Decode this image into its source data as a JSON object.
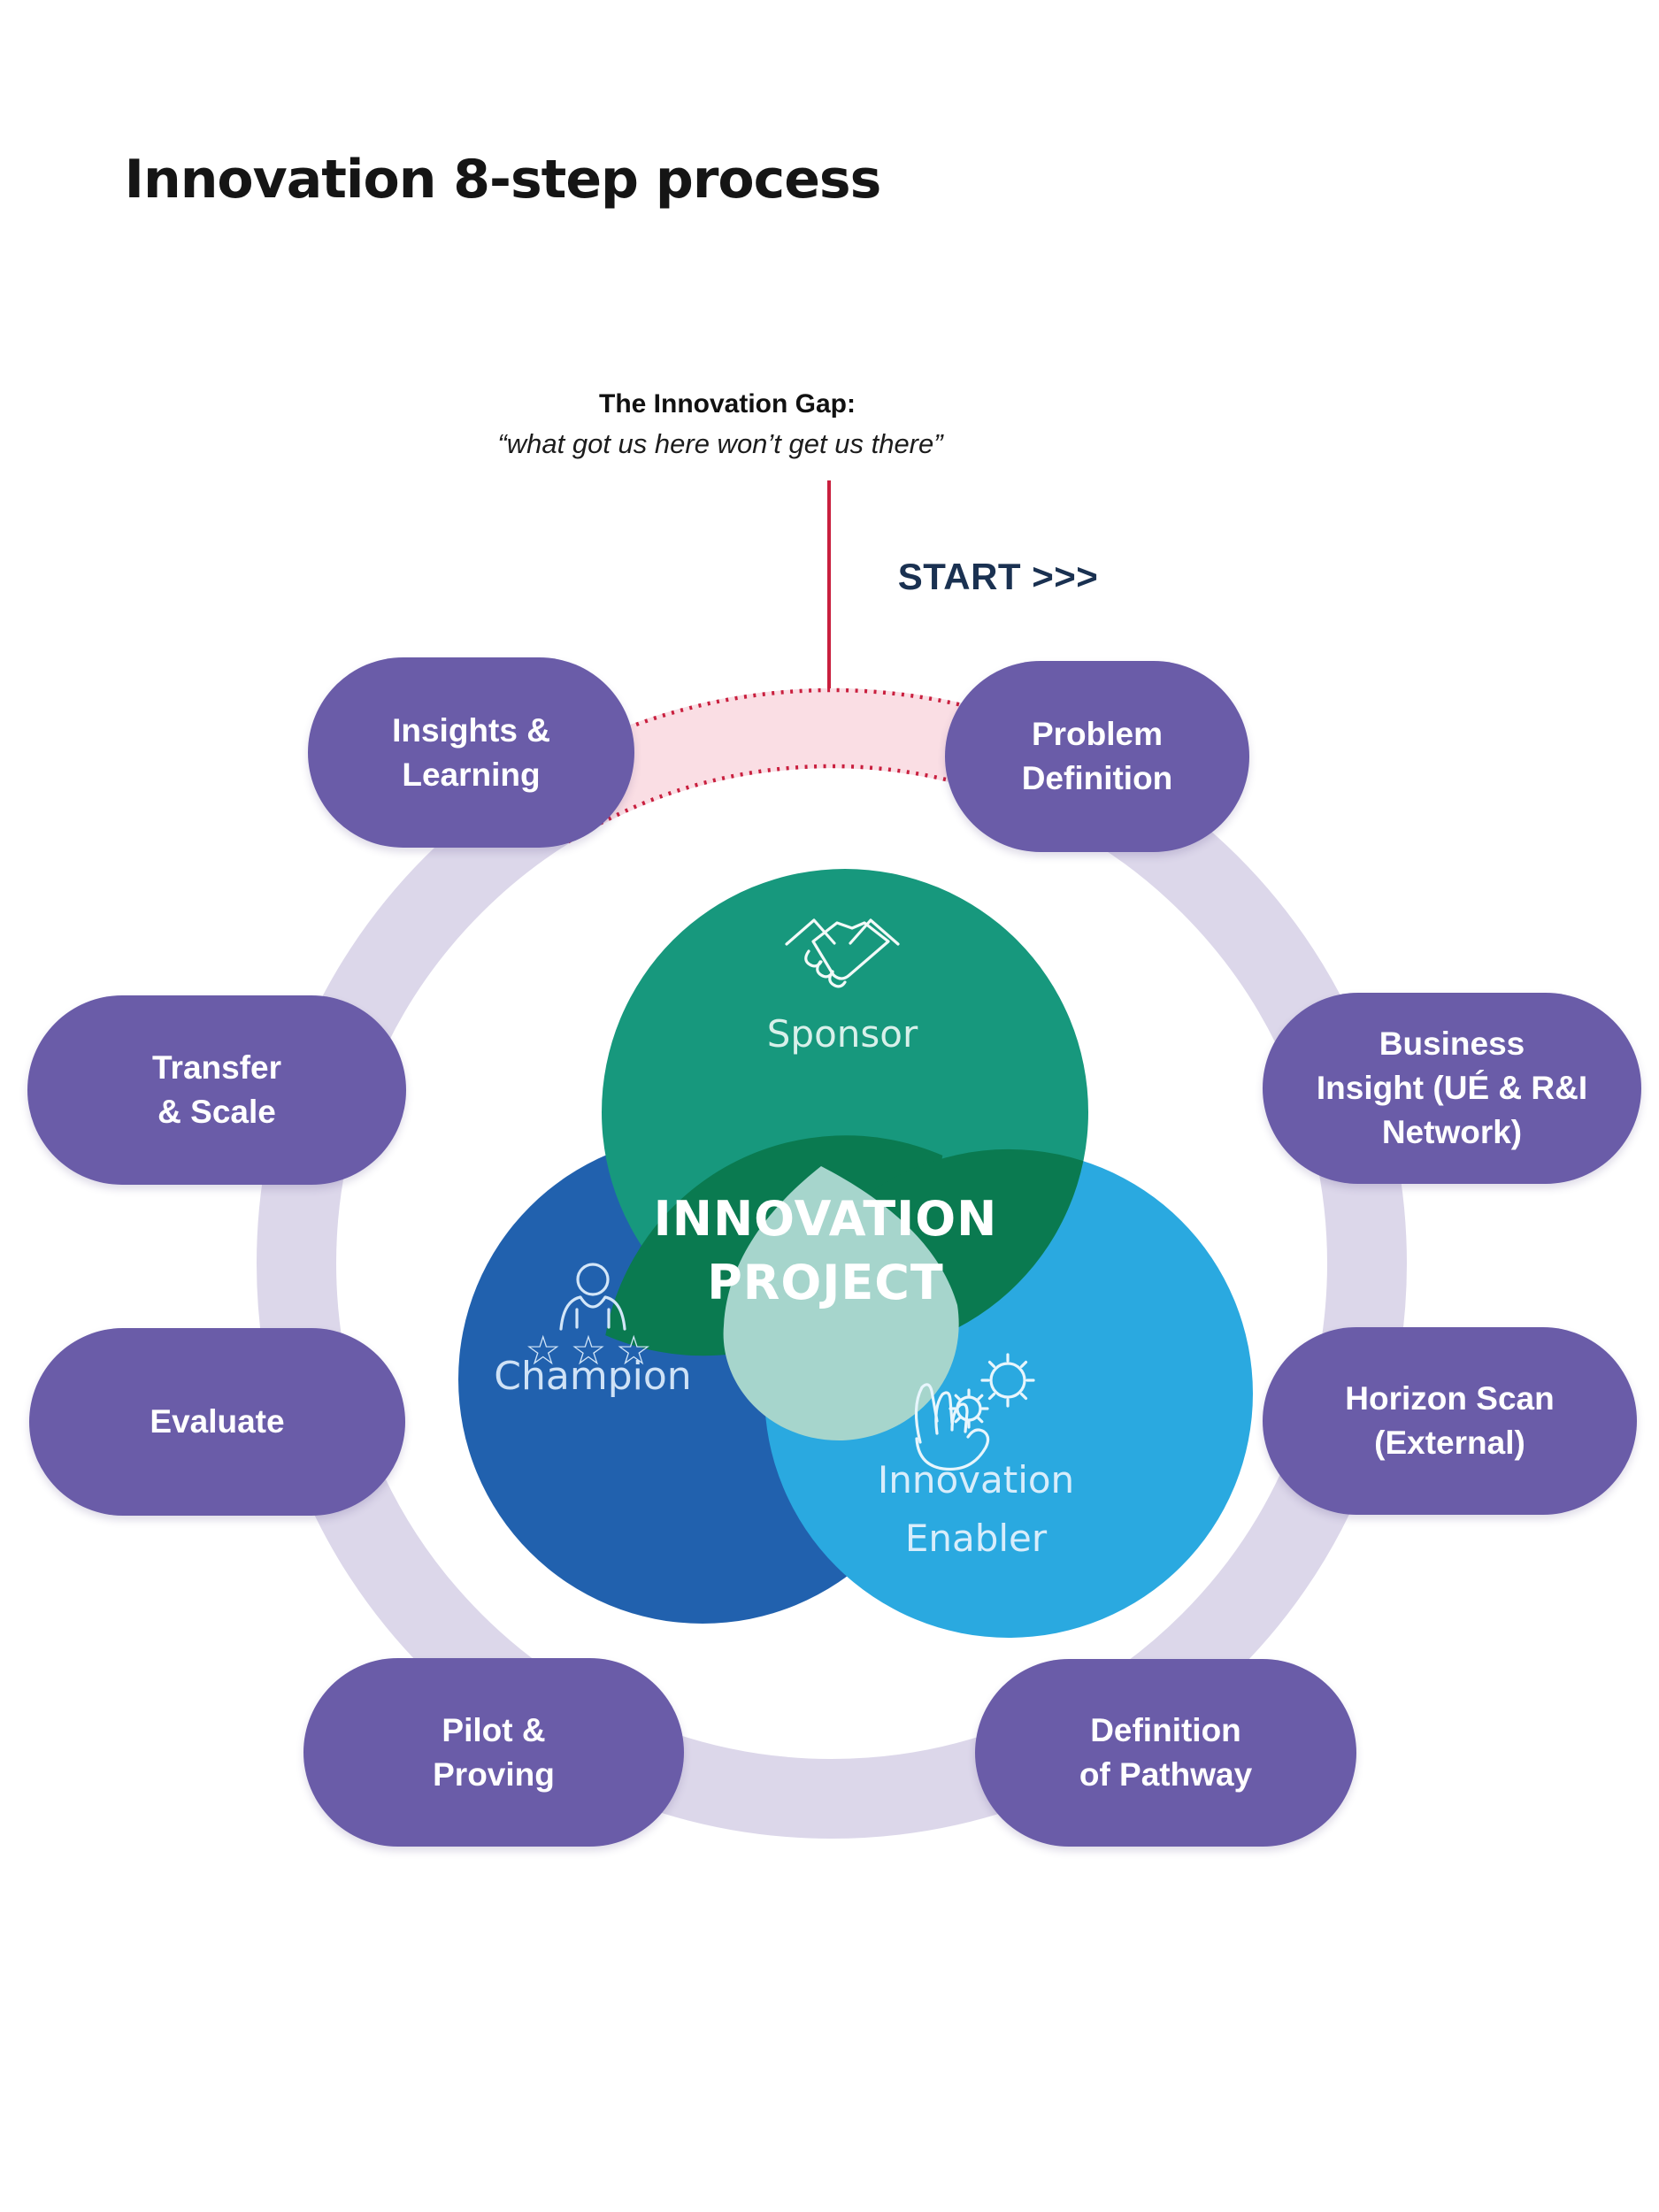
{
  "title": "Innovation 8-step process",
  "gap": {
    "heading": "The Innovation Gap:",
    "quote": "“what got us here won’t get us there”"
  },
  "start_label": "START >>>",
  "steps": [
    {
      "label": "Problem\nDefinition"
    },
    {
      "label": "Business\nInsight (UÉ & R&I\nNetwork)"
    },
    {
      "label": "Horizon Scan\n(External)"
    },
    {
      "label": "Definition\nof Pathway"
    },
    {
      "label": "Pilot &\nProving"
    },
    {
      "label": "Evaluate"
    },
    {
      "label": "Transfer\n& Scale"
    },
    {
      "label": "Insights &\nLearning"
    }
  ],
  "venn": {
    "center_label": "INNOVATION\nPROJECT",
    "roles": [
      {
        "name": "Sponsor",
        "icon": "handshake-icon"
      },
      {
        "name": "Champion",
        "icon": "person-with-stars-icon"
      },
      {
        "name": "Innovation\nEnabler",
        "icon": "hand-with-gears-icon"
      }
    ],
    "stars_glyph": "☆☆☆"
  },
  "colors": {
    "pill-purple": "#6a5ca8",
    "ring-lavender": "#dcd7ea",
    "gap-pink": "#fadee4",
    "gap-red": "#c91f3e",
    "start-navy": "#1a3151",
    "sponsor-green": "#17987d",
    "overlap-dark-green": "#0a7a50",
    "champion-blue": "#2161ae",
    "enabler-blue": "#2aa9e0",
    "center-seafoam": "#a6d5cc",
    "title-black": "#151515"
  }
}
